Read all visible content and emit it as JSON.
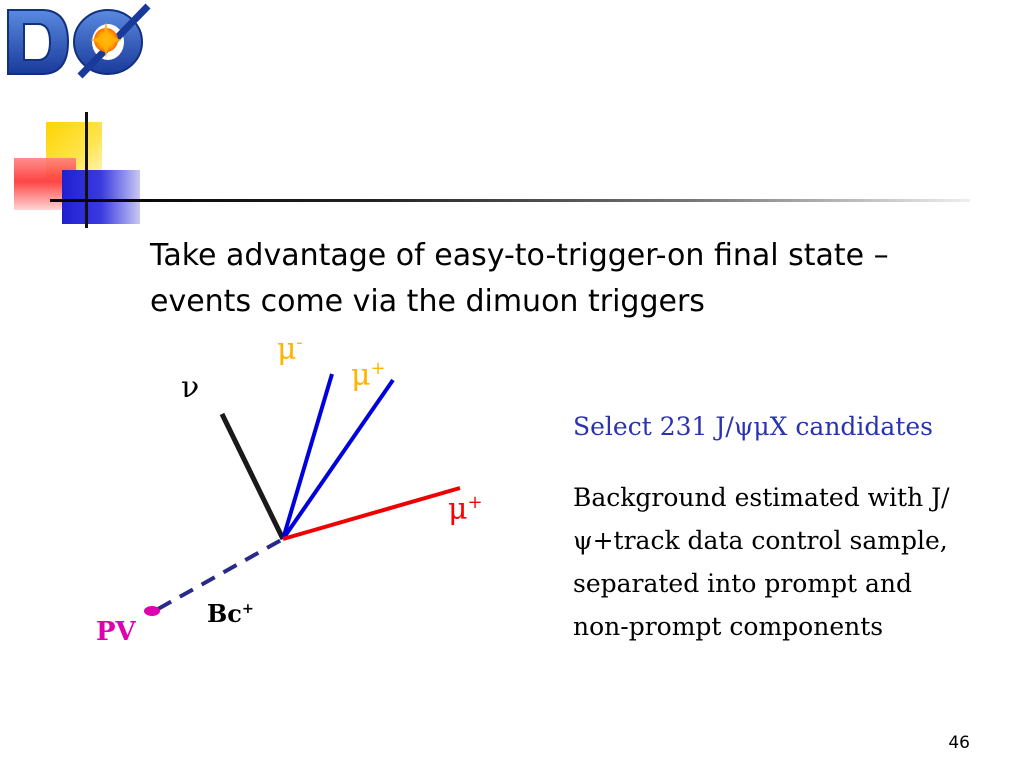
{
  "slide": {
    "title": "Take advantage of easy-to-trigger-on final state – events come via the dimuon triggers",
    "page_number": "46"
  },
  "logo": {
    "text": "DØ"
  },
  "diagram": {
    "label_mu_minus": "μ",
    "label_mu_minus_sup": "-",
    "label_mu_plus_1": "μ",
    "label_mu_plus_1_sup": "+",
    "label_mu_plus_2": "μ",
    "label_mu_plus_2_sup": "+",
    "label_nu": "ν",
    "label_bc": "Bc",
    "label_bc_sup": "+",
    "label_pv": "PV",
    "colors": {
      "mu_minus": "#ffb400",
      "mu_plus_yellow": "#ffb400",
      "mu_plus_red": "#ff0000",
      "blue_track": "#0000dd",
      "red_track": "#ee0000",
      "pv": "#e000b0",
      "dashed": "#2a2a8a"
    }
  },
  "content": {
    "select_text": "Select 231 J/ψμX candidates",
    "background_text": "Background estimated with J/ψ+track data control sample, separated into prompt and non-prompt components"
  }
}
